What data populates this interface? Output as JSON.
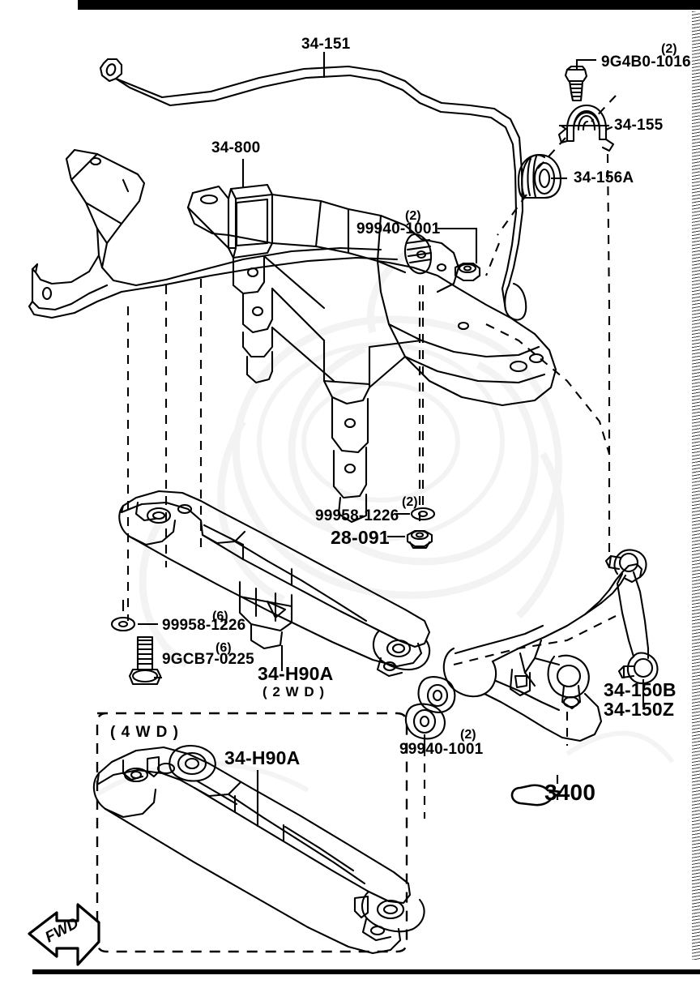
{
  "diagram": {
    "title": "Front Suspension Crossmember & Stabilizer",
    "line_color": "#000000",
    "background": "#ffffff",
    "watermark_opacity": "0.065"
  },
  "callouts": {
    "stabilizer_bar": {
      "part": "34-151",
      "qty": ""
    },
    "stabilizer_bolt": {
      "part": "9G4B0-1016",
      "qty": "(2)"
    },
    "stabilizer_bracket": {
      "part": "34-155",
      "qty": ""
    },
    "stabilizer_bushing": {
      "part": "34-156A",
      "qty": ""
    },
    "crossmember_front": {
      "part": "34-800",
      "qty": ""
    },
    "nut_upper": {
      "part": "99940-1001",
      "qty": "(2)"
    },
    "washer_upper": {
      "part": "99958-1226",
      "qty": "(2)"
    },
    "nut_flange": {
      "part": "28-091",
      "qty": ""
    },
    "washer_lower": {
      "part": "99958-1226",
      "qty": "(6)"
    },
    "bolt_lower": {
      "part": "9GCB7-0225",
      "qty": "(6)"
    },
    "crossmember_2wd": {
      "part": "34-H90A",
      "qty": "",
      "note": "( 2 W D )"
    },
    "crossmember_4wd": {
      "part": "34-H90A",
      "qty": ""
    },
    "nut_lower_arm": {
      "part": "99940-1001",
      "qty": "(2)"
    },
    "stabilizer_link_a": {
      "part": "34-150B",
      "qty": ""
    },
    "stabilizer_link_b": {
      "part": "34-150Z",
      "qty": ""
    },
    "reference_group": {
      "part": "3400",
      "qty": ""
    }
  },
  "inset": {
    "label": "( 4 W D )"
  },
  "direction_marker": {
    "label": "FWD"
  },
  "icons": {
    "hand_pointer": "hand-pointing-icon",
    "fwd_arrow": "fwd-arrow-icon"
  }
}
